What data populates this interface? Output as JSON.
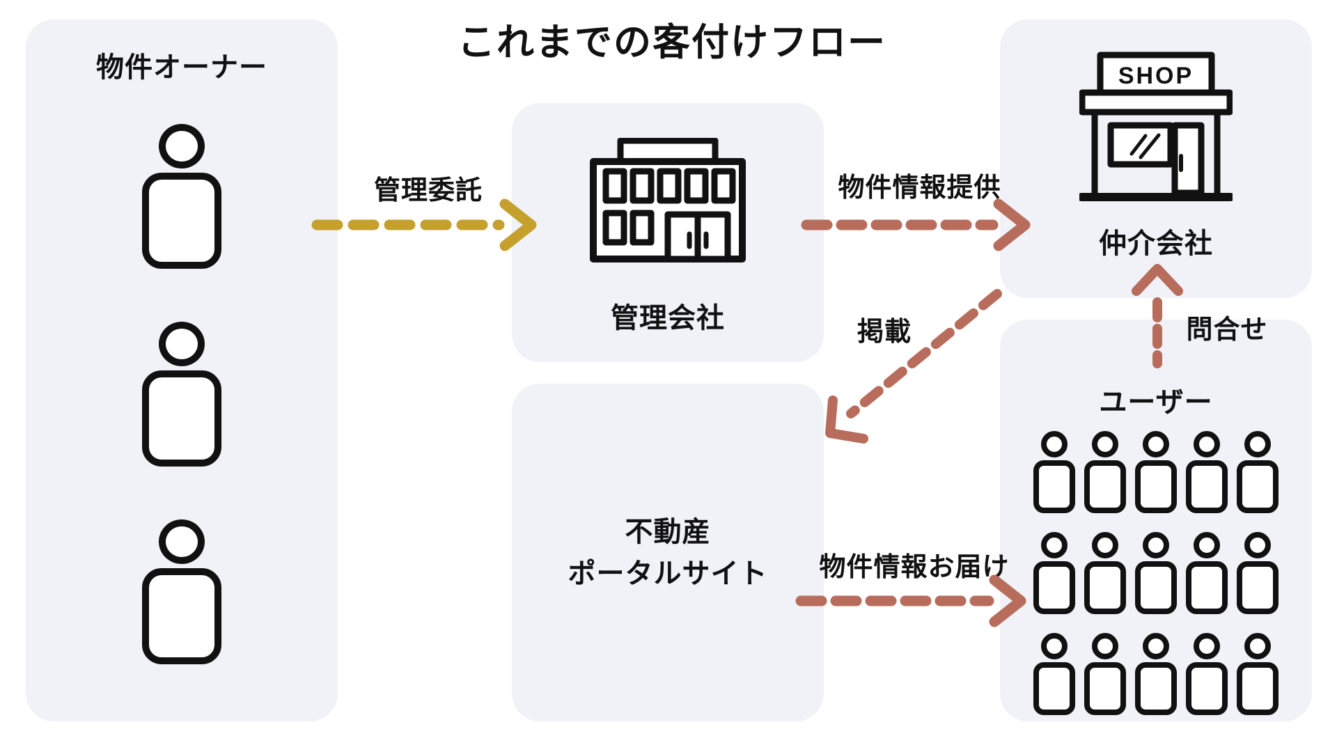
{
  "title": "これまでの客付けフロー",
  "colors": {
    "canvas": "#ffffff",
    "card_bg": "#f1f2f8",
    "ink": "#111111",
    "gold": "#c5a02c",
    "terracotta": "#b86c5b"
  },
  "cards": {
    "owner": {
      "label": "物件オーナー",
      "person_count": 3
    },
    "management": {
      "label": "管理会社"
    },
    "broker": {
      "label": "仲介会社",
      "sign": "SHOP"
    },
    "portal": {
      "label_lines": [
        "不動産",
        "ポータルサイト"
      ]
    },
    "users": {
      "label": "ユーザー",
      "person_count": 15
    }
  },
  "arrows": {
    "consignment": {
      "label": "管理委託"
    },
    "info_provision": {
      "label": "物件情報提供"
    },
    "listing": {
      "label": "掲載"
    },
    "inquiry": {
      "label": "問合せ"
    },
    "info_delivery": {
      "label": "物件情報お届け"
    }
  }
}
